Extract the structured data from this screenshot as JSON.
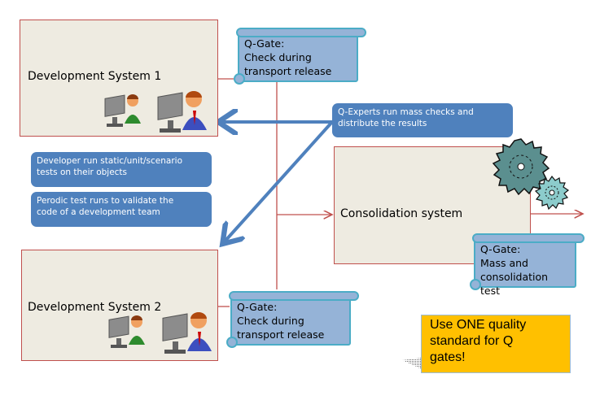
{
  "diagram": {
    "systems": {
      "dev1": {
        "label": "Development System 1"
      },
      "dev2": {
        "label": "Development System 2"
      },
      "consolidation": {
        "label": "Consolidation system"
      }
    },
    "qgates": {
      "dev1": {
        "lines": [
          "Q-Gate:",
          "Check during",
          "transport release"
        ]
      },
      "dev2": {
        "lines": [
          "Q-Gate:",
          "Check during",
          "transport release"
        ]
      },
      "consolidation": {
        "lines": [
          "Q-Gate:",
          "Mass and",
          "consolidation test"
        ]
      }
    },
    "info_boxes": {
      "qexperts": {
        "lines": [
          "Q-Experts run mass checks and",
          "distribute the results"
        ]
      },
      "developer_tests": {
        "lines": [
          "Developer run static/unit/scenario",
          "tests on their objects"
        ]
      },
      "periodic_tests": {
        "lines": [
          "Perodic test runs to validate the",
          "code of a development team"
        ]
      }
    },
    "callout": {
      "lines": [
        "Use ONE quality",
        "standard for Q",
        "gates!"
      ]
    },
    "colors": {
      "system_fill": "#eeebe1",
      "system_border": "#c0504d",
      "qgate_fill": "#95b3d7",
      "qgate_border": "#4bacc6",
      "info_fill": "#4f81bd",
      "callout_fill": "#ffc000",
      "connector": "#c0504d",
      "arrow": "#4f81bd"
    }
  }
}
